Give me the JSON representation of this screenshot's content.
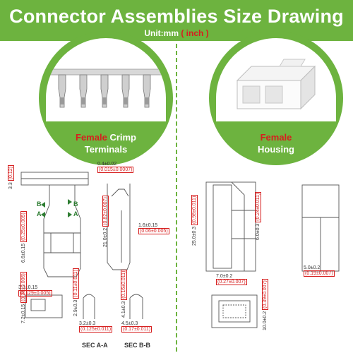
{
  "header": {
    "title": "Connector Assemblies Size Drawing",
    "unit_prefix": "Unit:mm",
    "unit_suffix": "( inch )"
  },
  "left_badge": {
    "red": "Female",
    "white1": "Crimp",
    "white2": "Terminals"
  },
  "right_badge": {
    "red": "Female",
    "white": "Housing"
  },
  "dims": {
    "d_33": "3.3",
    "d_33_in": "(0.12)",
    "d_04": "0.4±0.02",
    "d_04_in": "(0.015±0.0007)",
    "d_21": "21.0±0.2",
    "d_21_in": "(0.82±0.007)",
    "d_16": "1.6±0.15",
    "d_16_in": "(0.06±0.005)",
    "d_66": "6.6±0.15",
    "d_66_in": "(0.25±0.005)",
    "d_33b": "3.3±0.15",
    "d_33b_in": "(0.129±0.005)",
    "d_20": "7.2±0.15",
    "d_20_in": "(0.28±0.006)",
    "d_29": "2.9±0.3",
    "d_29_in": "(0.11±0.011)",
    "d_32": "3.2±0.3",
    "d_32_in": "(0.125±0.011)",
    "d_41": "4.1±0.3",
    "d_41_in": "(0.16±0.011)",
    "d_45": "4.5±0.3",
    "d_45_in": "(0.17±0.011)",
    "d_250": "25.0±0.3",
    "d_250_in": "(0.98±0.011)",
    "d_60": "6.0±0.3",
    "d_60_in": "(0.24±0.011)",
    "d_70": "7.0±0.2",
    "d_70_in": "(0.27±0.007)",
    "d_50": "5.0±0.2",
    "d_50_in": "(0.19±0.007)",
    "d_100": "10.0±0.2",
    "d_100_in": "(0.39±0.007)"
  },
  "section_labels": {
    "b": "B",
    "a": "A",
    "sec_aa": "SEC A-A",
    "sec_bb": "SEC B-B"
  },
  "colors": {
    "green": "#6db33f",
    "red": "#d61f1f"
  }
}
